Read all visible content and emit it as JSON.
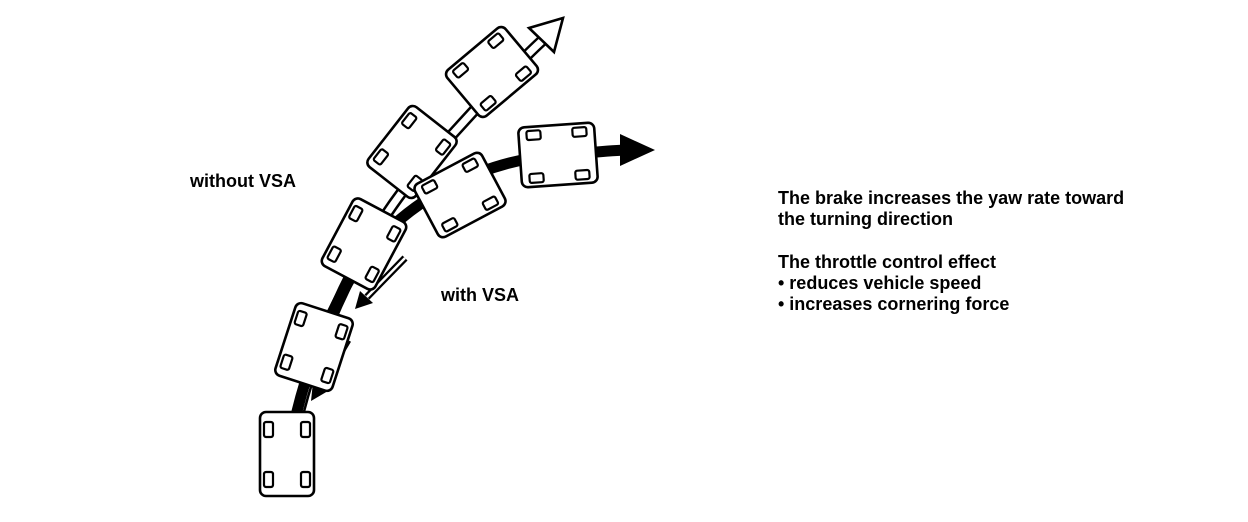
{
  "labels": {
    "without_vsa": "without VSA",
    "with_vsa": "with VSA"
  },
  "notes": {
    "brake_line_1": "The brake increases the yaw rate toward",
    "brake_line_2": "the turning direction",
    "throttle_title": "The throttle control effect",
    "throttle_bullet_1": "• reduces vehicle speed",
    "throttle_bullet_2": "• increases cornering force"
  },
  "colors": {
    "ink": "#000000",
    "background": "#ffffff"
  }
}
